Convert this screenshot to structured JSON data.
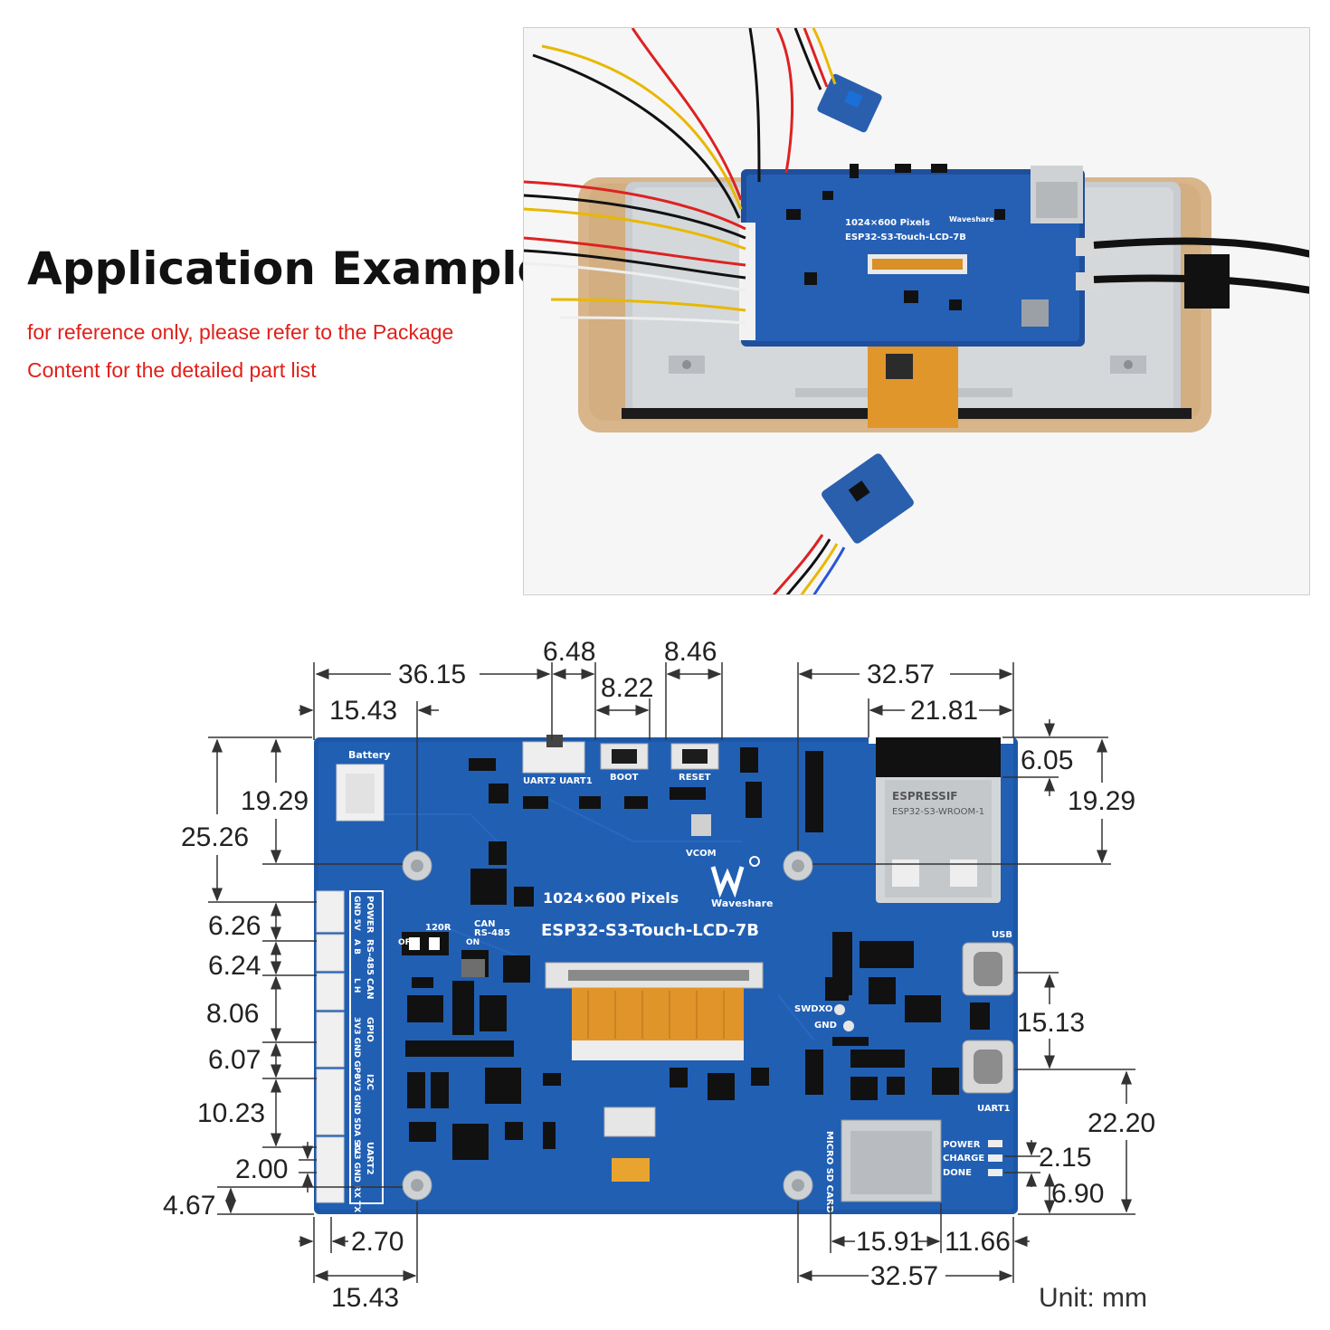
{
  "header": {
    "title": "Application Example",
    "note_line1": "for reference only, please refer to the Package",
    "note_line2": "Content for the detailed part list"
  },
  "photo": {
    "board_resolution": "1024×600 Pixels",
    "board_model": "ESP32-S3-Touch-LCD-7B",
    "brand": "Waveshare"
  },
  "board": {
    "resolution": "1024×600 Pixels",
    "model": "ESP32-S3-Touch-LCD-7B",
    "brand": "Waveshare",
    "battery": "Battery",
    "switch_label": "UART2 UART1",
    "boot": "BOOT",
    "reset": "RESET",
    "vcom": "VCOM",
    "module_brand": "ESPRESSIF",
    "module_name": "ESP32-S3-WROOM-1",
    "usb": "USB",
    "uart1": "UART1",
    "swdxo": "SWDXO",
    "gnd": "GND",
    "micro_sd": "MICRO SD CARD",
    "power": "POWER",
    "charge": "CHARGE",
    "done": "DONE",
    "r120": "120R",
    "can": "CAN",
    "rs485": "RS-485",
    "off": "OFF",
    "on": "ON",
    "header_groups": [
      "POWER",
      "RS-485",
      "CAN",
      "GPIO",
      "I2C",
      "UART2"
    ],
    "header_pins": [
      "GND 5V",
      "A B",
      "L H",
      "3V3 GND GP6",
      "3V3 GND SDA SCL",
      "3V3 GND RX TX"
    ]
  },
  "dimensions": {
    "top_36_15": "36.15",
    "top_6_48": "6.48",
    "top_8_46": "8.46",
    "top_8_22": "8.22",
    "top_15_43": "15.43",
    "top_32_57": "32.57",
    "top_21_81": "21.81",
    "right_6_05": "6.05",
    "right_19_29": "19.29",
    "left_19_29": "19.29",
    "left_25_26": "25.26",
    "left_6_26": "6.26",
    "left_6_24": "6.24",
    "left_8_06": "8.06",
    "left_6_07": "6.07",
    "left_10_23": "10.23",
    "left_2_00": "2.00",
    "left_4_67": "4.67",
    "right_15_13": "15.13",
    "right_22_20": "22.20",
    "right_2_15": "2.15",
    "right_6_90": "6.90",
    "bottom_2_70": "2.70",
    "bottom_15_43": "15.43",
    "bottom_15_91": "15.91",
    "bottom_11_66": "11.66",
    "bottom_32_57": "32.57"
  },
  "unit_label": "Unit: mm"
}
